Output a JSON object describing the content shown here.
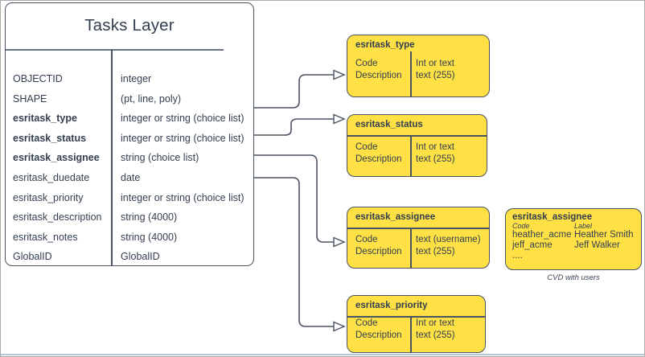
{
  "diagram": {
    "colors": {
      "box_fill": "#FFE045",
      "stroke": "#4A5362",
      "text": "#333F50",
      "canvas_edge": "#B7C7D9"
    },
    "tasks_layer": {
      "title": "Tasks Layer",
      "fields": [
        {
          "name": "OBJECTID",
          "type": "integer"
        },
        {
          "name": "SHAPE",
          "type": "(pt, line, poly)"
        },
        {
          "name": "esritask_type",
          "type": "integer or string (choice list)"
        },
        {
          "name": "esritask_status",
          "type": "integer or string (choice list)"
        },
        {
          "name": "esritask_assignee",
          "type": "string (choice list)"
        },
        {
          "name": "esritask_duedate",
          "type": "date"
        },
        {
          "name": "esritask_priority",
          "type": "integer or string (choice list)"
        },
        {
          "name": "esritask_description",
          "type": "string (4000)"
        },
        {
          "name": "esritask_notes",
          "type": "string (4000)"
        },
        {
          "name": "GlobalID",
          "type": "GlobalID"
        }
      ]
    },
    "choice_lists": [
      {
        "title": "esritask_type",
        "rows": [
          {
            "field": "Code",
            "type": "Int or text"
          },
          {
            "field": "Description",
            "type": "text (255)"
          }
        ]
      },
      {
        "title": "esritask_status",
        "rows": [
          {
            "field": "Code",
            "type": "Int or text"
          },
          {
            "field": "Description",
            "type": "text (255)"
          }
        ]
      },
      {
        "title": "esritask_assignee",
        "rows": [
          {
            "field": "Code",
            "type": "text (username)"
          },
          {
            "field": "Description",
            "type": "text (255)"
          }
        ]
      },
      {
        "title": "esritask_priority",
        "rows": [
          {
            "field": "Code",
            "type": "Int or text"
          },
          {
            "field": "Description",
            "type": "text (255)"
          }
        ]
      }
    ],
    "cvd_example": {
      "title": "esritask_assignee",
      "columns": [
        "Code",
        "Label"
      ],
      "users": [
        {
          "code": "heather_acme",
          "label": "Heather Smith"
        },
        {
          "code": "jeff_acme",
          "label": "Jeff Walker"
        },
        {
          "code": "....",
          "label": ""
        }
      ],
      "caption": "CVD with users"
    }
  }
}
